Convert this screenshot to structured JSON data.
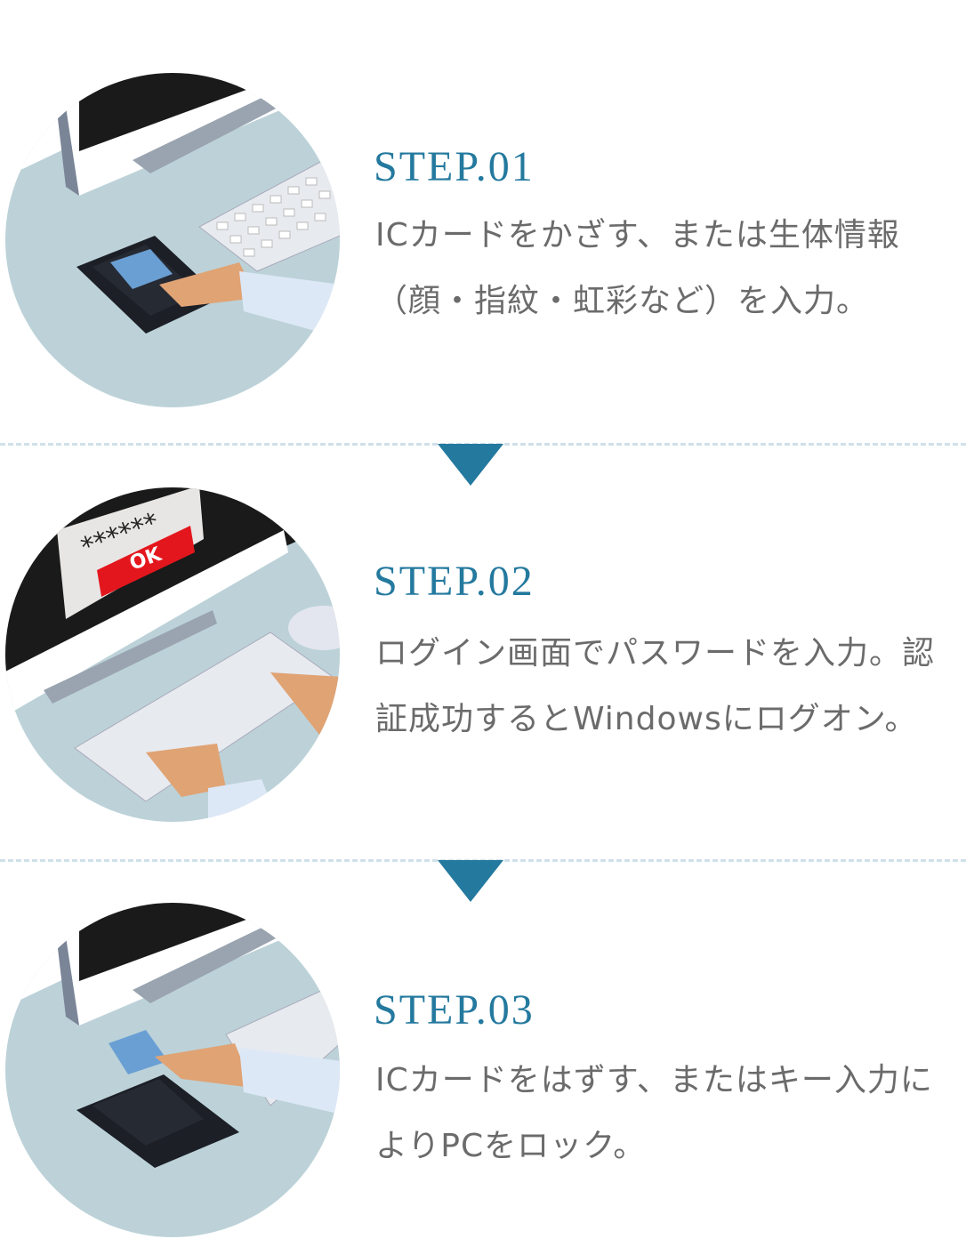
{
  "steps": [
    {
      "title": "STEP.01",
      "lines": [
        "ICカードをかざす、または生体情報",
        "（顔・指紋・虹彩など）を入力。"
      ],
      "illustration": "ic-card-reader-touch"
    },
    {
      "title": "STEP.02",
      "lines": [
        "ログイン画面でパスワードを入力。認",
        "証成功するとWindowsにログオン。"
      ],
      "illustration": "password-login-screen",
      "screen_text": {
        "password_mask": "******",
        "ok_label": "OK"
      }
    },
    {
      "title": "STEP.03",
      "lines": [
        "ICカードをはずす、またはキー入力に",
        "よりPCをロック。"
      ],
      "illustration": "ic-card-removed"
    }
  ],
  "colors": {
    "accent": "#24799e",
    "text": "#6b6b6b",
    "circle": "#bcd2d8",
    "divider": "#d0e0ea"
  }
}
